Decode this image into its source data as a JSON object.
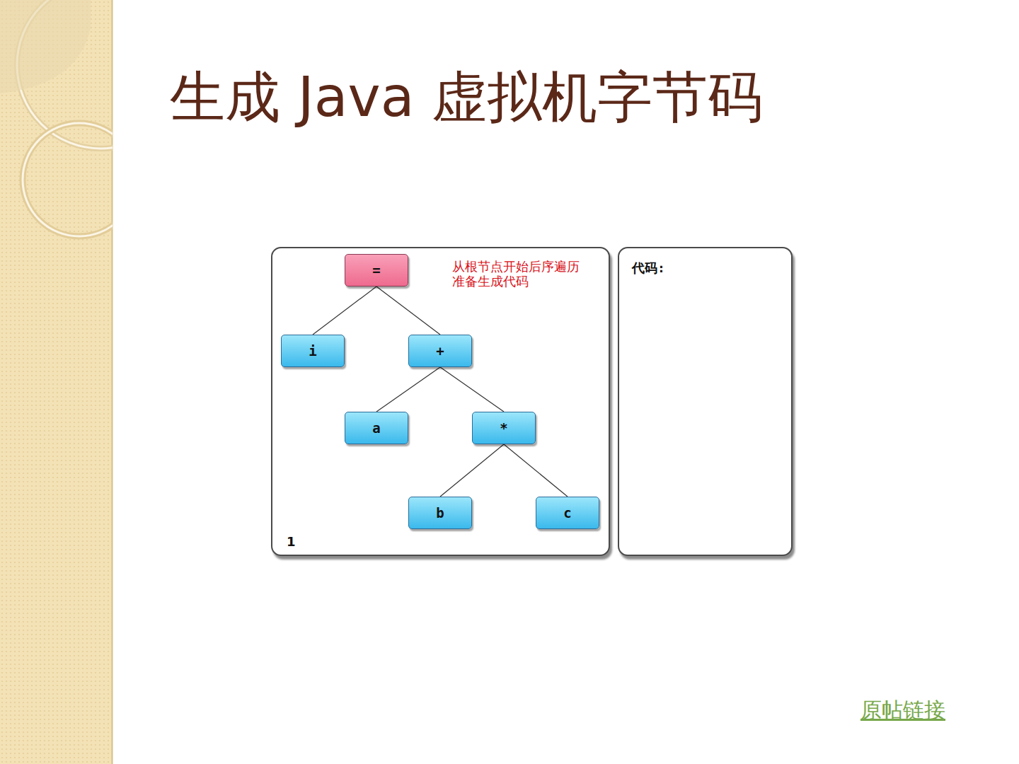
{
  "diagram": {
    "title": "生成 Java 虚拟机字节码",
    "nodes": [
      {
        "text": [
          "从根节点开始后序遍历 准备生成代码",
          "1"
        ]
      },
      {
        "text": [
          "="
        ],
        "in": 0
      },
      {
        "text": [
          "i"
        ],
        "in": 0
      },
      {
        "text": [
          "+"
        ],
        "in": 0
      },
      {
        "text": [
          "a"
        ],
        "in": 0
      },
      {
        "text": [
          "*"
        ],
        "in": 0
      },
      {
        "text": [
          "b"
        ],
        "in": 0
      },
      {
        "text": [
          "c"
        ],
        "in": 0
      },
      {
        "text": [
          "代码:"
        ]
      }
    ],
    "edges": [
      {
        "from": 1,
        "to": 2,
        "arrow": "none"
      },
      {
        "from": 1,
        "to": 3,
        "arrow": "none"
      },
      {
        "from": 3,
        "to": 4,
        "arrow": "none"
      },
      {
        "from": 3,
        "to": 5,
        "arrow": "none"
      },
      {
        "from": 5,
        "to": 6,
        "arrow": "none"
      },
      {
        "from": 5,
        "to": 7,
        "arrow": "none"
      }
    ],
    "labels": [
      "原帖链接"
    ]
  }
}
